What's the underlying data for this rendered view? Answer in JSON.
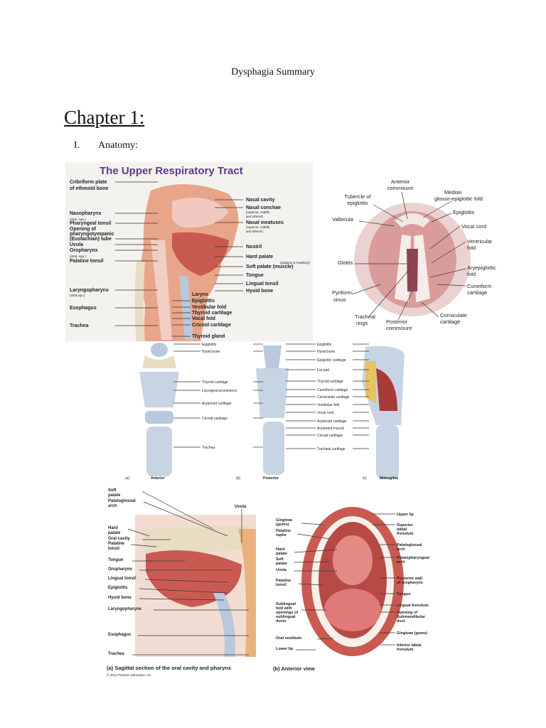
{
  "document": {
    "title": "Dysphagia Summary",
    "chapter": "Chapter 1:",
    "section_number": "I.",
    "section_title": "Anatomy:"
  },
  "figures": {
    "upper_respiratory": {
      "title": "The Upper Respiratory Tract",
      "left_labels": [
        {
          "text": "Cribriform plate",
          "bold": true
        },
        {
          "text": "of ethmoid bone",
          "bold": true
        },
        {
          "text": "Nasopharynx",
          "bold": true
        },
        {
          "text": "(strat. squ.)",
          "bold": false
        },
        {
          "text": "Pharyngeal tonsil",
          "bold": true
        },
        {
          "text": "Opening of",
          "bold": true
        },
        {
          "text": "pharyngotympanic",
          "bold": true
        },
        {
          "text": "(Eustachian) tube",
          "bold": true
        },
        {
          "text": "Uvula",
          "bold": true
        },
        {
          "text": "Oropharynx",
          "bold": true
        },
        {
          "text": "(strat. squ.)",
          "bold": false
        },
        {
          "text": "Palatine tonsil",
          "bold": true
        },
        {
          "text": "Laryngopharynx",
          "bold": true
        },
        {
          "text": "(strat.squ.)",
          "bold": false
        },
        {
          "text": "Esophagus",
          "bold": true
        },
        {
          "text": "Trachea",
          "bold": true
        }
      ],
      "right_labels": [
        {
          "text": "Nasal cavity",
          "bold": true
        },
        {
          "text": "Nasal conchae",
          "bold": true
        },
        {
          "text": "(superior, middle",
          "bold": false
        },
        {
          "text": "and inferior)",
          "bold": false
        },
        {
          "text": "Nasal meatuses",
          "bold": true
        },
        {
          "text": "(superior, middle,",
          "bold": false
        },
        {
          "text": "and inferior)",
          "bold": false
        },
        {
          "text": "Nostril",
          "bold": true
        },
        {
          "text": "Hard palate",
          "bold": true
        },
        {
          "text": "(palatine & maxillary)",
          "bold": false
        },
        {
          "text": "Soft palate (muscle)",
          "bold": true
        },
        {
          "text": "Tongue",
          "bold": true
        },
        {
          "text": "Lingual tonsil",
          "bold": true
        },
        {
          "text": "Hyoid bone",
          "bold": true
        }
      ],
      "larynx_labels": [
        {
          "text": "Larynx",
          "bold": true
        },
        {
          "text": "Epiglottis",
          "bold": true
        },
        {
          "text": "Vestibular fold",
          "bold": true
        },
        {
          "text": "Thyroid cartilage",
          "bold": true
        },
        {
          "text": "Vocal fold",
          "bold": true
        },
        {
          "text": "Cricoid cartilage",
          "bold": true
        },
        {
          "text": "Thyroid gland",
          "bold": true
        }
      ]
    },
    "laryngoscopic": {
      "labels": [
        "Anterior",
        "commisure",
        "Tubercle of",
        "epiglottis",
        "Median",
        "glosso-epiglottic fold",
        "Vallecula",
        "Epiglottis",
        "Vocal cord",
        "Ventricular",
        "fold",
        "Glottis",
        "Aryepiglottic",
        "fold",
        "Cuneiform",
        "cartilage",
        "Pyriform",
        "sinus",
        "Tracheal",
        "rings",
        "Posterior",
        "commisure",
        "Corniculate",
        "cartilage"
      ]
    },
    "larynx_views": {
      "left_labels": [
        "Epiglottis",
        "Hyoid bone",
        "Thyroid cartilage",
        "Laryngeal prominence",
        "Arytenoid cartilage",
        "Cricoid cartilage",
        "Trachea"
      ],
      "right_labels": [
        "Epiglottis",
        "Hyoid bone",
        "Epiglottic cartilage",
        "Fat pad",
        "Thyroid cartilage",
        "Cuneiform cartilage",
        "Corniculate cartilage",
        "Vestibular fold",
        "Vocal cord",
        "Arytenoid cartilage",
        "Arytenoid muscle",
        "Cricoid cartilage",
        "Tracheal cartilage"
      ],
      "captions": [
        {
          "letter": "(a)",
          "text": "Anterior"
        },
        {
          "letter": "(b)",
          "text": "Posterior"
        },
        {
          "letter": "(c)",
          "text": "Midsagittal"
        }
      ]
    },
    "oral_sagittal": {
      "labels": [
        "Soft",
        "palate",
        "Palatoglossal",
        "arch",
        "Hard",
        "palate",
        "Oral cavity",
        "Palatine",
        "tonsil",
        "Tongue",
        "Oropharynx",
        "Lingual tonsil",
        "Epiglottis",
        "Hyoid bone",
        "Laryngopharynx",
        "Esophagus",
        "Trachea"
      ],
      "uvula_label": "Uvula",
      "caption": "(a) Sagittal section of the oral cavity and pharynx",
      "copyright": "© 2013 Pearson Education, Inc."
    },
    "oral_anterior": {
      "left_labels": [
        "Gingivae",
        "(gums)",
        "Palatine",
        "raphe",
        "Hard",
        "palate",
        "Soft",
        "palate",
        "Uvula",
        "Palatine",
        "tonsil",
        "Sublingual",
        "fold with",
        "openings of",
        "sublingual",
        "ducts",
        "Oral vestibule",
        "Lower lip"
      ],
      "right_labels": [
        "Upper lip",
        "Superior",
        "labial",
        "frenulum",
        "Palatoglossal",
        "arch",
        "Palatopharyngeal",
        "arch",
        "Posterior wall",
        "of oropharynx",
        "Tongue",
        "Lingual frenulum",
        "Opening of",
        "Submandibular",
        "duct",
        "Gingivae (gums)",
        "Inferior labial",
        "frenulum"
      ],
      "caption": "(b) Anterior view"
    }
  },
  "colors": {
    "tissue": "#d9716a",
    "tissue_dark": "#b84a46",
    "cartilage": "#b9c8dc",
    "bone": "#e8dcc2",
    "title_purple": "#5a3c8c"
  }
}
